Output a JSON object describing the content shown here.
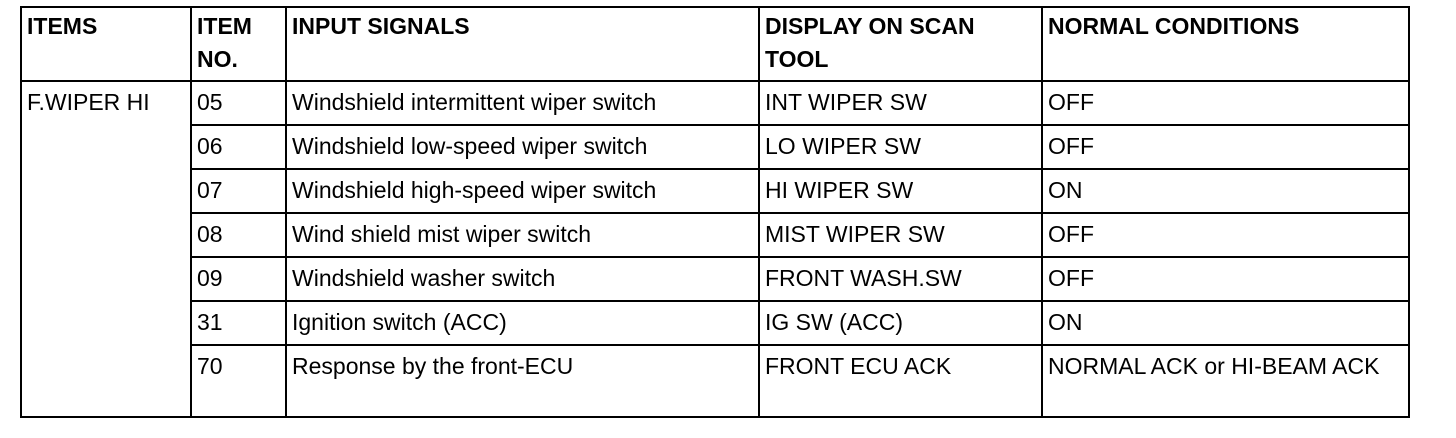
{
  "table": {
    "headers": {
      "items": "ITEMS",
      "item_no": "ITEM NO.",
      "input_signals": "INPUT SIGNALS",
      "display": "DISPLAY ON SCAN TOOL",
      "normal": "NORMAL CONDITIONS"
    },
    "group_label": "F.WIPER HI",
    "rows": [
      {
        "no": "05",
        "input": "Windshield intermittent wiper switch",
        "display": "INT WIPER SW",
        "normal": "OFF"
      },
      {
        "no": "06",
        "input": "Windshield low-speed wiper switch",
        "display": "LO WIPER SW",
        "normal": "OFF"
      },
      {
        "no": "07",
        "input": "Windshield high-speed wiper switch",
        "display": "HI WIPER SW",
        "normal": "ON"
      },
      {
        "no": "08",
        "input": "Wind shield mist wiper switch",
        "display": "MIST WIPER SW",
        "normal": "OFF"
      },
      {
        "no": "09",
        "input": "Windshield washer switch",
        "display": "FRONT WASH.SW",
        "normal": "OFF"
      },
      {
        "no": "31",
        "input": "Ignition switch (ACC)",
        "display": "IG SW (ACC)",
        "normal": "ON"
      },
      {
        "no": "70",
        "input": "Response by the front-ECU",
        "display": "FRONT ECU ACK",
        "normal": "NORMAL ACK or HI-BEAM ACK"
      }
    ]
  }
}
